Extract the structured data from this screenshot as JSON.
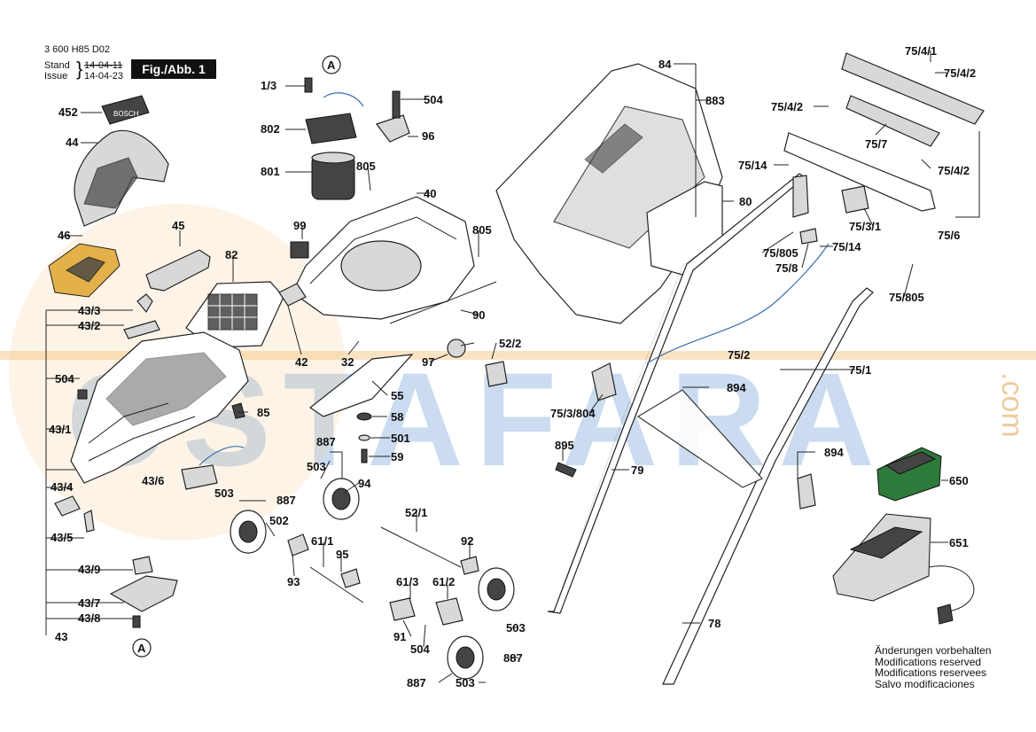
{
  "header": {
    "doc_number": "3 600 H85 D02",
    "stand_label": "Stand",
    "stand_date": "14-04-11",
    "issue_label": "Issue",
    "issue_date": "14-04-23",
    "figure_label": "Fig./Abb. 1"
  },
  "watermark": {
    "text": "OSTAFARA",
    "suffix": ".com",
    "color": "#4682c8",
    "band_color": "#f0b060"
  },
  "disclaimer": [
    "Änderungen vorbehalten",
    "Modifications reserved",
    "Modifications reservees",
    "Salvo modificaciones"
  ],
  "reference_markers": [
    "A",
    "A"
  ],
  "brand_text": "BOSCH",
  "part_labels": [
    "1/3",
    "802",
    "801",
    "805",
    "99",
    "452",
    "44",
    "46",
    "45",
    "82",
    "43/3",
    "43/2",
    "504",
    "43/1",
    "43/4",
    "43/5",
    "43/6",
    "43/9",
    "43/7",
    "43/8",
    "43",
    "504",
    "96",
    "40",
    "805",
    "42",
    "32",
    "90",
    "97",
    "52/2",
    "55",
    "58",
    "501",
    "59",
    "85",
    "887",
    "503",
    "94",
    "503",
    "887",
    "502",
    "93",
    "61/1",
    "95",
    "52/1",
    "92",
    "61/3",
    "61/2",
    "91",
    "504",
    "503",
    "887",
    "887",
    "503",
    "84",
    "883",
    "80",
    "75/2",
    "894",
    "75/3/804",
    "895",
    "79",
    "75/1",
    "894",
    "78",
    "650",
    "651",
    "75/4/1",
    "75/4/2",
    "75/4/2",
    "75/7",
    "75/14",
    "75/4/2",
    "75/3/1",
    "75/6",
    "75/805",
    "75/8",
    "75/14",
    "75/805"
  ],
  "icons": [
    "battery-icon",
    "charger-icon",
    "grass-box-icon",
    "handle-icon",
    "wheel-icon",
    "blade-icon",
    "motor-icon"
  ]
}
